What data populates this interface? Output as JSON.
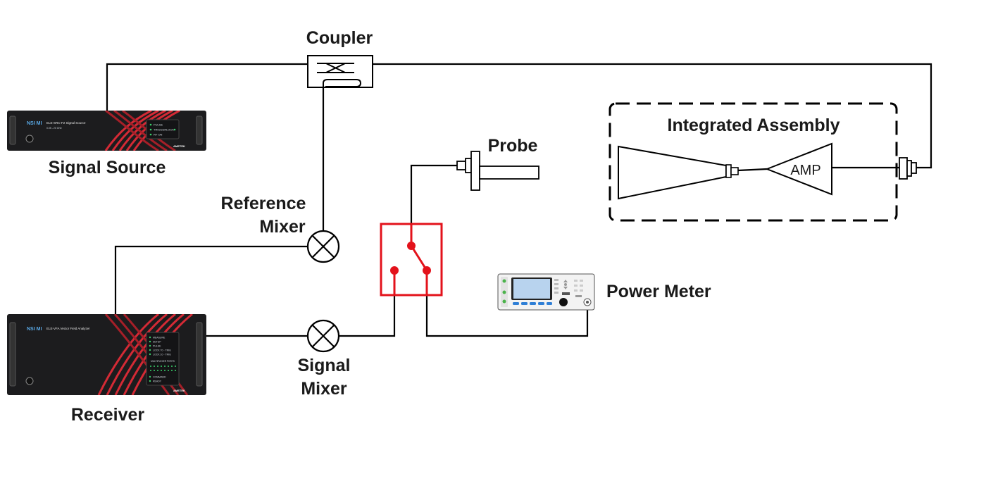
{
  "labels": {
    "coupler": "Coupler",
    "signal_source": "Signal Source",
    "reference_mixer_line1": "Reference",
    "reference_mixer_line2": "Mixer",
    "probe": "Probe",
    "integrated_assembly": "Integrated Assembly",
    "amp": "AMP",
    "power_meter": "Power Meter",
    "signal_mixer_line1": "Signal",
    "signal_mixer_line2": "Mixer",
    "receiver": "Receiver"
  },
  "signal_source_panel": {
    "brand": "NSI MI",
    "model": "ELE-SRC-F2 Signal Source",
    "range": "0.05 - 20 GHz",
    "indicators": [
      "PULSE",
      "TRIGGER",
      "RF ON"
    ],
    "lock": "LOCK",
    "maker": "AMETEK"
  },
  "receiver_panel": {
    "brand": "NSI MI",
    "model": "ELE-VFA Vector Field Analyzer",
    "indicators": [
      "MEASURE",
      "SETUP",
      "PULSE",
      "LOCK 70 - TRIG",
      "LOCK 10 - TRIG"
    ],
    "ports_title": "MULTIPLEXER PORTS",
    "status": [
      "COMMAND",
      "READY"
    ],
    "maker": "AMETEK"
  },
  "colors": {
    "switch": "#e3121b",
    "instrument_body": "#1c1c1e",
    "instrument_accent": "#d42a35",
    "power_meter_screen": "#b8d3ee"
  }
}
